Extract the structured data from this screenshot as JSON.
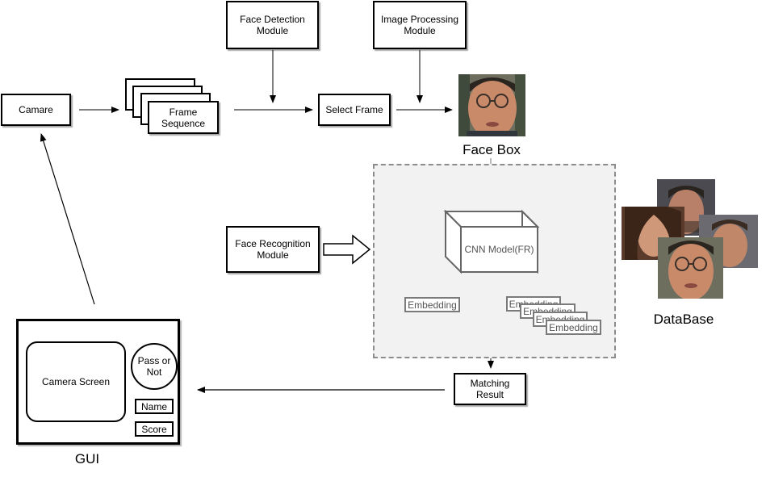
{
  "nodes": {
    "camera": "Camare",
    "frame_sequence": [
      "Frame",
      "Sequence"
    ],
    "face_detection": [
      "Face Detection",
      "Module"
    ],
    "image_processing": [
      "Image Processing",
      "Module"
    ],
    "select_frame": "Select Frame",
    "face_box_label": "Face Box",
    "face_recognition": [
      "Face Recognition",
      "Module"
    ],
    "cnn_model": "CNN Model(FR)",
    "embedding_single": "Embedding",
    "embedding_stack": [
      "Embedding",
      "Embedding",
      "Embedding",
      "Embedding"
    ],
    "database_label": "DataBase",
    "matching_result": "Matching Result",
    "gui_label": "GUI",
    "gui": {
      "camera_screen": "Camera Screen",
      "pass_or_not": [
        "Pass or",
        "Not"
      ],
      "name": "Name",
      "score": "Score"
    }
  },
  "colors": {
    "region_fill": "#f2f2f2",
    "region_border": "#8c8c8c",
    "gray_stroke": "#7a7a7a",
    "skin": "#c98a6a"
  },
  "icons": {
    "face_box": "face-photo-icon",
    "database": "face-photos-collage-icon",
    "cnn": "cube-icon"
  }
}
